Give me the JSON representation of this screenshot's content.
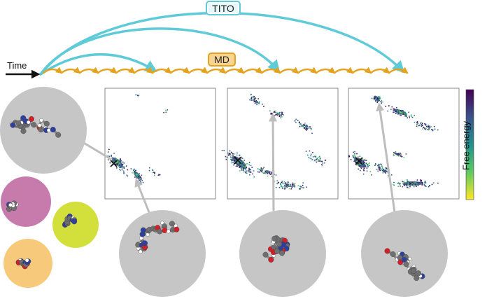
{
  "labels": {
    "tito": "TITO",
    "md": "MD",
    "time": "Time",
    "colorbar": "Free energy"
  },
  "colors": {
    "tito_arrow": "#5fcbd8",
    "md_arrow": "#e6a21c",
    "panel_border": "#8a8a8a",
    "circle_fill": "#c6c6c6",
    "pointer_line": "#bdbdbd",
    "molecule_carbon": "#6f6f6f",
    "molecule_hydrogen": "#ffffff",
    "molecule_oxygen": "#d2202a",
    "molecule_nitrogen": "#2e3f9e",
    "legend_magenta": "#c77aac",
    "legend_lime": "#d3df3b",
    "legend_orange": "#f7ca7b",
    "colormap": [
      "#440154",
      "#3b528b",
      "#21918c",
      "#5ec962",
      "#fde725"
    ]
  },
  "icons": {
    "time_arrow": "arrow-right-icon",
    "start_marker": "x-marker-icon"
  }
}
